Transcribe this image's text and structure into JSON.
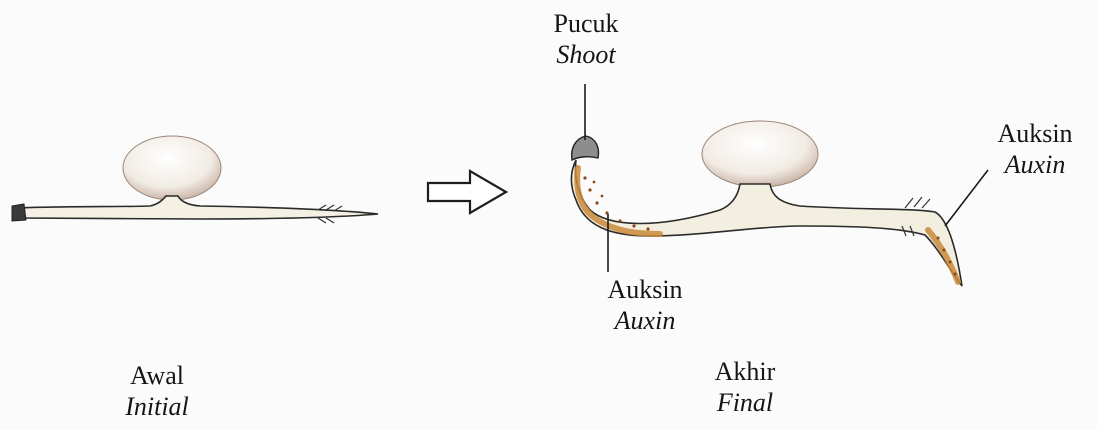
{
  "labels": {
    "shoot": {
      "malay": "Pucuk",
      "english": "Shoot"
    },
    "auxin_right": {
      "malay": "Auksin",
      "english": "Auxin"
    },
    "auxin_bottom": {
      "malay": "Auksin",
      "english": "Auxin"
    },
    "initial": {
      "malay": "Awal",
      "english": "Initial"
    },
    "final": {
      "malay": "Akhir",
      "english": "Final"
    }
  },
  "colors": {
    "seedling_fill": "#f3f0e3",
    "outline": "#2b2b2b",
    "auxin": "#c98a3a",
    "seed": "#f2ede7",
    "arrow": "#1d1d1d"
  }
}
